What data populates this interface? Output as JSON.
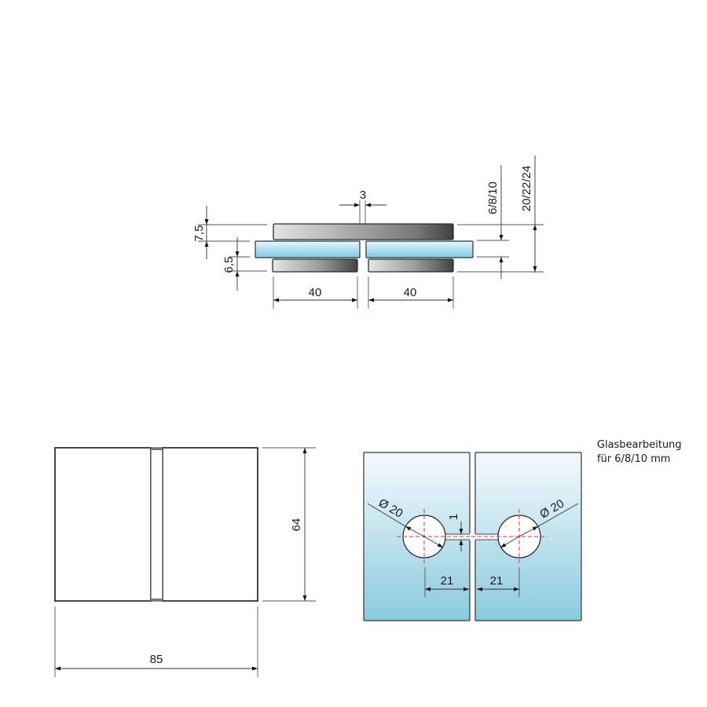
{
  "section_view": {
    "dims": {
      "gap": "3",
      "top_plate_thickness": "7,5",
      "bottom_plate_thickness": "6,5",
      "glass_thickness": "6/8/10",
      "total_thickness": "20/22/24",
      "left_width": "40",
      "right_width": "40"
    }
  },
  "front_view": {
    "dims": {
      "height": "64",
      "width": "85"
    }
  },
  "glass_view": {
    "note_line1": "Glasbearbeitung",
    "note_line2": "für 6/8/10 mm",
    "dims": {
      "left_hole": "Ø 20",
      "right_hole": "Ø 20",
      "slot": "1",
      "left_offset": "21",
      "right_offset": "21"
    }
  },
  "colors": {
    "glass_top": "#f2f9fb",
    "glass_bottom": "#8ccbe0",
    "section_glass_top": "#e6f6fb",
    "section_glass_bottom": "#7fcbe3",
    "plate_light": "#e4e4e4",
    "plate_dark": "#4a4a4a",
    "centerline": "#e0343a"
  }
}
